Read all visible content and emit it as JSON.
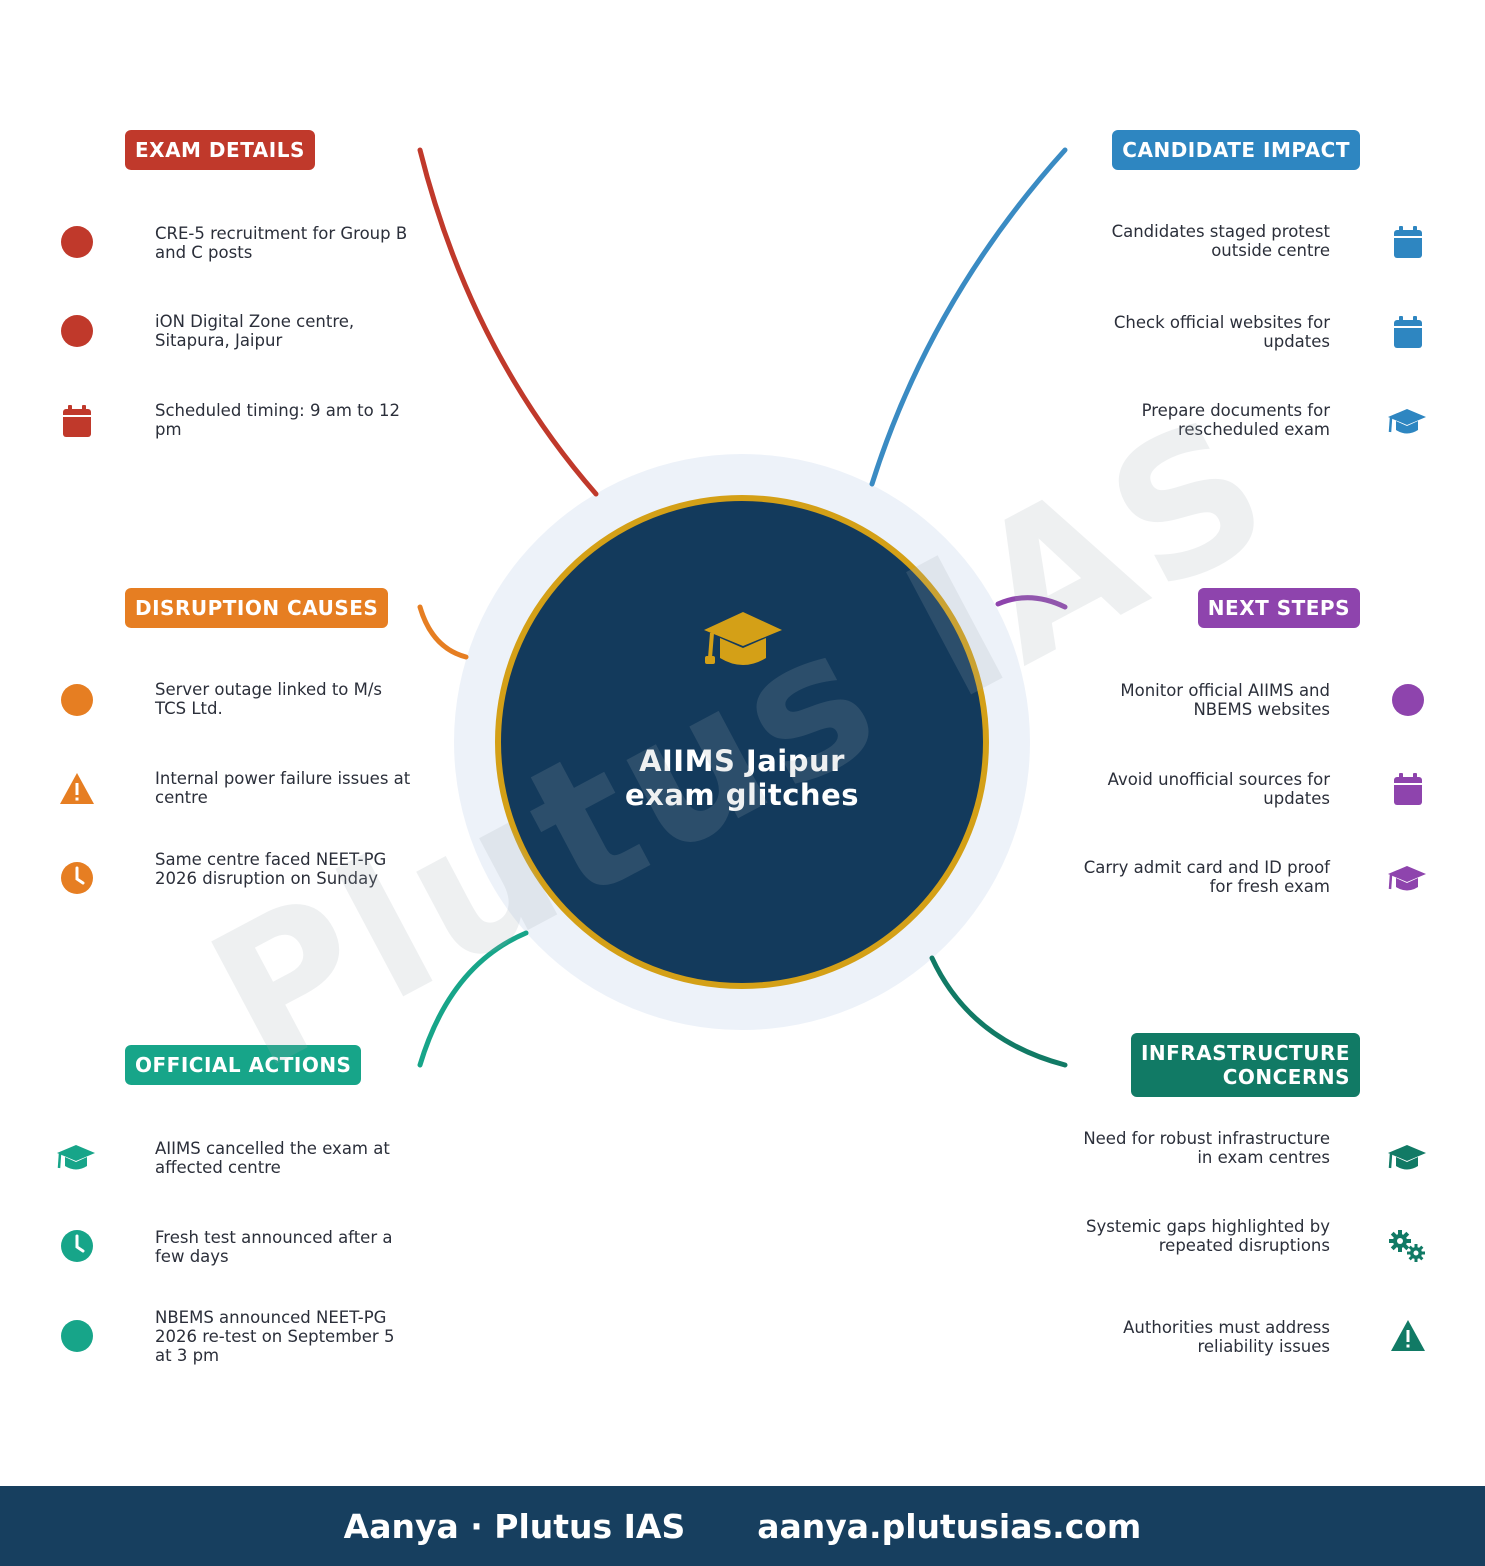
{
  "center": {
    "title_line1": "AIIMS Jaipur",
    "title_line2": "exam glitches",
    "icon": "graduation-cap-icon"
  },
  "watermark": "Plutus IAS",
  "colors": {
    "exam_details": "#c0392b",
    "candidate_impact": "#2e86c1",
    "disruption_causes": "#e67e22",
    "next_steps": "#8e44ad",
    "official_actions": "#17a589",
    "infrastructure_concerns": "#117a65",
    "center_fill": "#133a5c",
    "center_ring": "#d4a017",
    "halo": "#edf2f9",
    "footer": "#173f5f"
  },
  "sections": {
    "exam_details": {
      "title": "EXAM DETAILS",
      "items": [
        {
          "icon": "circle-icon",
          "text": "CRE-5 recruitment for Group B and C posts"
        },
        {
          "icon": "circle-icon",
          "text": "iON Digital Zone centre, Sitapura, Jaipur"
        },
        {
          "icon": "calendar-icon",
          "text": "Scheduled timing: 9 am to 12 pm"
        }
      ]
    },
    "candidate_impact": {
      "title": "CANDIDATE IMPACT",
      "items": [
        {
          "icon": "calendar-icon",
          "text": "Candidates staged protest outside centre"
        },
        {
          "icon": "calendar-icon",
          "text": "Check official websites for updates"
        },
        {
          "icon": "graduation-cap-icon",
          "text": "Prepare documents for rescheduled exam"
        }
      ]
    },
    "disruption_causes": {
      "title": "DISRUPTION CAUSES",
      "items": [
        {
          "icon": "circle-icon",
          "text": "Server outage linked to M/s TCS Ltd."
        },
        {
          "icon": "warning-icon",
          "text": "Internal power failure issues at centre"
        },
        {
          "icon": "clock-icon",
          "text": "Same centre faced NEET-PG 2026 disruption on Sunday"
        }
      ]
    },
    "next_steps": {
      "title": "NEXT STEPS",
      "items": [
        {
          "icon": "circle-icon",
          "text": "Monitor official AIIMS and NBEMS websites"
        },
        {
          "icon": "calendar-icon",
          "text": "Avoid unofficial sources for updates"
        },
        {
          "icon": "graduation-cap-icon",
          "text": "Carry admit card and ID proof for fresh exam"
        }
      ]
    },
    "official_actions": {
      "title": "OFFICIAL ACTIONS",
      "items": [
        {
          "icon": "graduation-cap-icon",
          "text": "AIIMS cancelled the exam at affected centre"
        },
        {
          "icon": "clock-icon",
          "text": "Fresh test announced after a few days"
        },
        {
          "icon": "circle-icon",
          "text": "NBEMS announced NEET-PG 2026 re-test on September 5 at 3 pm"
        }
      ]
    },
    "infrastructure_concerns": {
      "title_line1": "INFRASTRUCTURE",
      "title_line2": "CONCERNS",
      "items": [
        {
          "icon": "graduation-cap-icon",
          "text": "Need for robust infrastructure in exam centres"
        },
        {
          "icon": "gears-icon",
          "text": "Systemic gaps highlighted by repeated disruptions"
        },
        {
          "icon": "warning-icon",
          "text": "Authorities must address reliability issues"
        }
      ]
    }
  },
  "footer": {
    "left": "Aanya · Plutus IAS",
    "right": "aanya.plutusias.com"
  }
}
